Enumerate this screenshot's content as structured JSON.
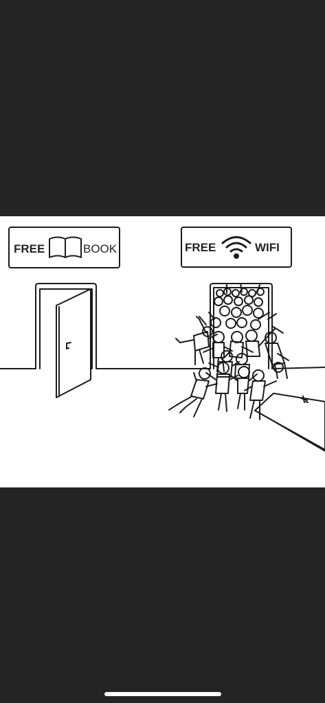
{
  "sign_left": {
    "word1": "FREE",
    "icon": "book-icon",
    "word2": "BOOK"
  },
  "sign_right": {
    "word1": "FREE",
    "icon": "wifi-icon",
    "word2": "WIFI"
  }
}
